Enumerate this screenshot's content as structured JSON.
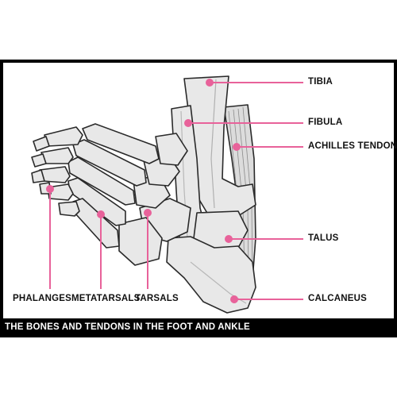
{
  "labels": {
    "tibia": "TIBIA",
    "fibula": "FIBULA",
    "achilles_tendon": "ACHILLES TENDON",
    "talus": "TALUS",
    "calcaneus": "CALCANEUS",
    "phalanges": "PHALANGES",
    "metatarsals": "METATARSALS",
    "tarsals": "TARSALS"
  },
  "caption": "THE BONES AND TENDONS IN THE FOOT AND ANKLE",
  "colors": {
    "pointer": "#e8629a",
    "bone_fill": "#e8e8e8",
    "bone_shadow": "#b8b8b8",
    "outline": "#2a2a2a",
    "frame": "#000000",
    "caption_text": "#ffffff"
  }
}
